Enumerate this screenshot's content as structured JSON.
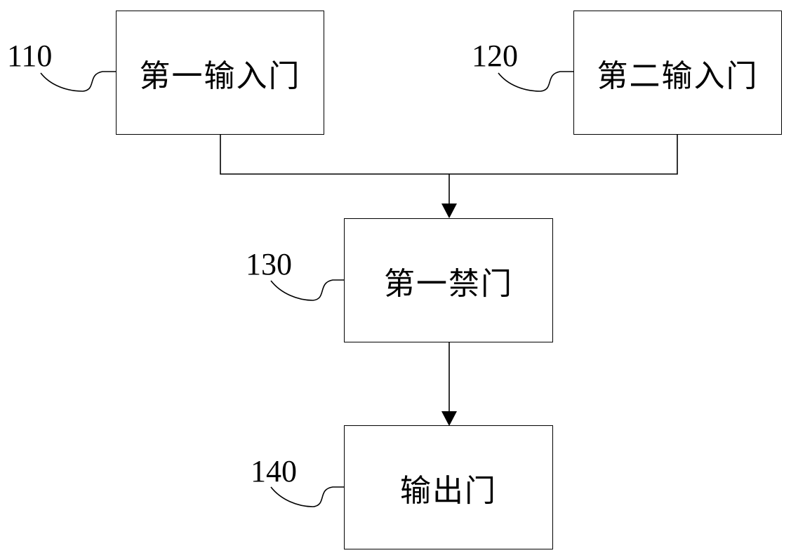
{
  "diagram": {
    "blocks": [
      {
        "id": "110",
        "label": "第一输入门"
      },
      {
        "id": "120",
        "label": "第二输入门"
      },
      {
        "id": "130",
        "label": "第一禁门"
      },
      {
        "id": "140",
        "label": "输出门"
      }
    ],
    "connections": [
      {
        "from": "110",
        "to": "130"
      },
      {
        "from": "120",
        "to": "130"
      },
      {
        "from": "130",
        "to": "140"
      }
    ]
  }
}
